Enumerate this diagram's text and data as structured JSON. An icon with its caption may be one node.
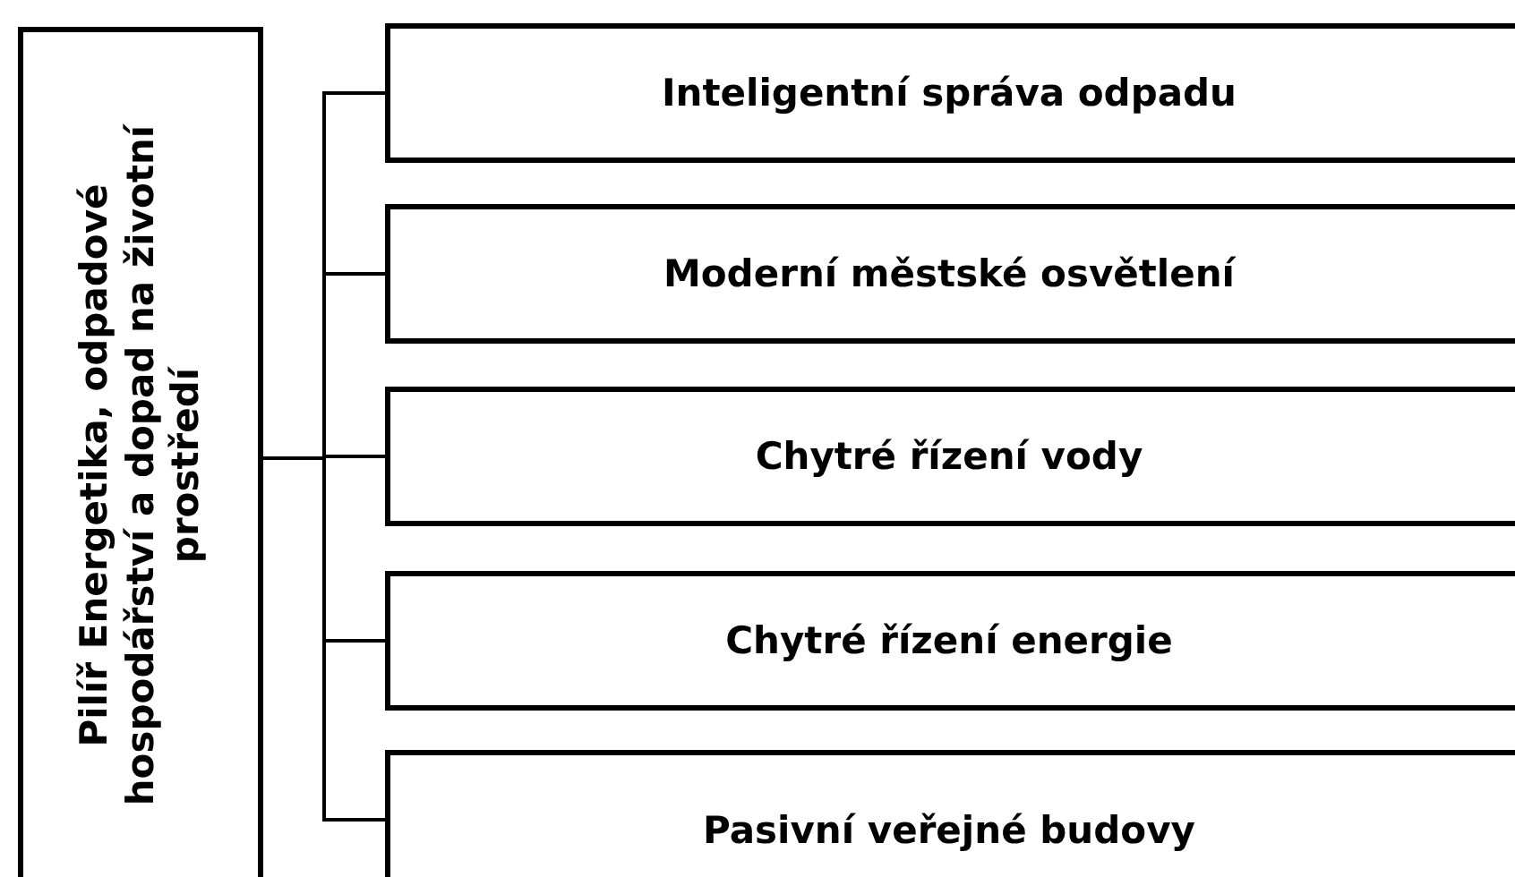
{
  "diagram": {
    "nodes": [
      {
        "text": [
          "Pilíř Energetika, odpadové hospodářství a dopad na životní prostředí"
        ]
      },
      {
        "text": [
          "Inteligentní správa odpadu"
        ]
      },
      {
        "text": [
          "Moderní městské osvětlení"
        ]
      },
      {
        "text": [
          "Chytré řízení vody"
        ]
      },
      {
        "text": [
          "Chytré řízení energie"
        ]
      },
      {
        "text": [
          "Pasivní veřejné budovy"
        ]
      }
    ],
    "edges": [
      {
        "from": 0,
        "to": 1,
        "arrow": "none"
      },
      {
        "from": 0,
        "to": 2,
        "arrow": "none"
      },
      {
        "from": 0,
        "to": 3,
        "arrow": "none"
      },
      {
        "from": 0,
        "to": 4,
        "arrow": "none"
      },
      {
        "from": 0,
        "to": 5,
        "arrow": "none"
      }
    ]
  }
}
